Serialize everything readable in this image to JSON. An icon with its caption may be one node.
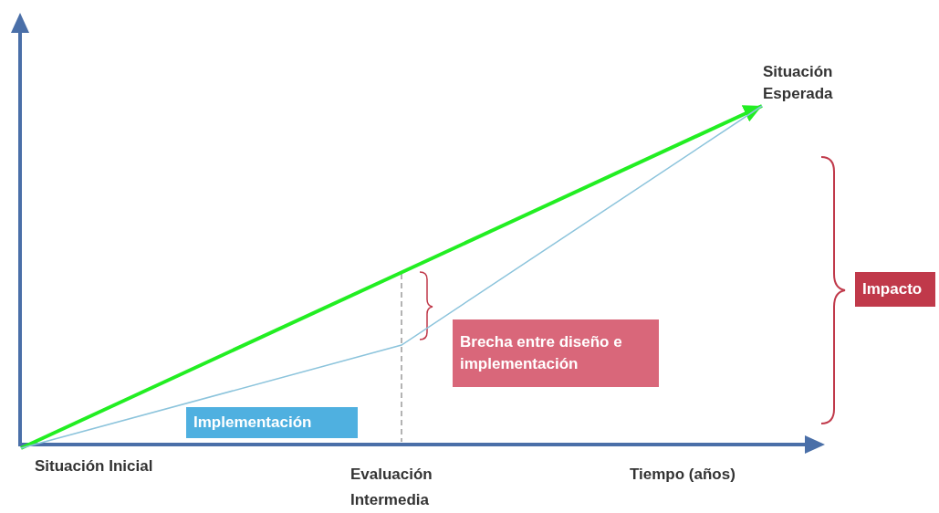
{
  "diagram": {
    "nodes": [
      {
        "text": [
          "Situación Inicial"
        ]
      },
      {
        "text": [
          "Situación Esperada"
        ]
      },
      {
        "text": [
          "Implementación"
        ]
      },
      {
        "text": [
          "Brecha entre diseño e implementación"
        ]
      },
      {
        "text": [
          "Impacto"
        ]
      }
    ],
    "edges": [
      {
        "from": 0,
        "to": 1,
        "arrow": "to",
        "style": "thick",
        "color": "#22ee22"
      },
      {
        "from": 0,
        "to": 1,
        "arrow": "none",
        "color": "#8cc4dc"
      }
    ],
    "labels": [
      "Evaluación Intermedia",
      "Tiempo (años)"
    ]
  }
}
